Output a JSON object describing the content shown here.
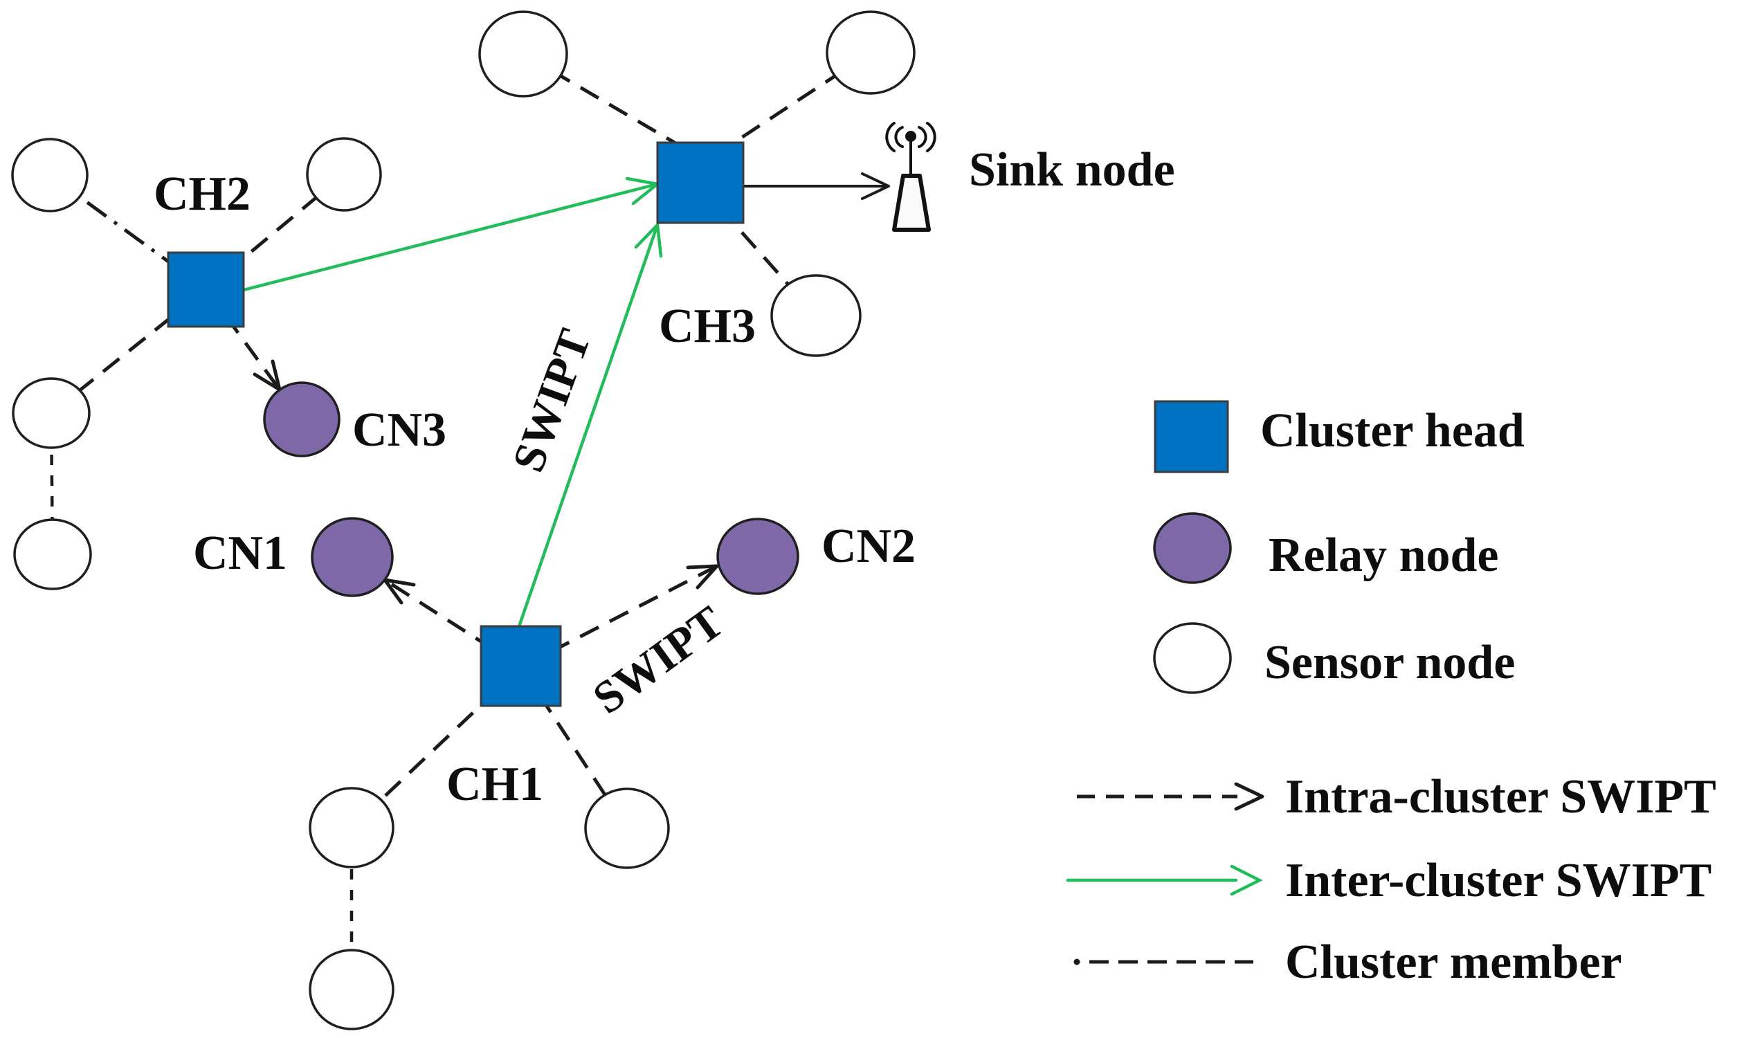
{
  "figure": {
    "type": "wireless-sensor-network-cluster-diagram",
    "background": "#FFFFFF"
  },
  "labels": {
    "ch1": "CH1",
    "ch2": "CH2",
    "ch3": "CH3",
    "cn1": "CN1",
    "cn2": "CN2",
    "cn3": "CN3",
    "sink_node": "Sink node"
  },
  "edge_labels": {
    "swipt_inter": "SWIPT",
    "swipt_intra": "SWIPT"
  },
  "legend": {
    "cluster_head": "Cluster head",
    "relay_node": "Relay node",
    "sensor_node": "Sensor node",
    "intra_cluster": "Intra-cluster SWIPT",
    "inter_cluster": "Inter-cluster SWIPT",
    "cluster_member": "Cluster member"
  },
  "colors": {
    "cluster_head": "#0070C0",
    "relay_node": "#7E68A8",
    "sensor_node": "#FFFFFF",
    "inter_cluster_green": "#22BD5B",
    "line_black": "#1B1B1B"
  },
  "network": {
    "sink": "Sink node",
    "cluster_heads": [
      "CH1",
      "CH2",
      "CH3"
    ],
    "relay_nodes": [
      "CN1",
      "CN2",
      "CN3"
    ],
    "sensor_node_count": 10,
    "edges": [
      {
        "from": "CH3",
        "to": "Sink node",
        "type": "solid-arrow"
      },
      {
        "from": "CH2",
        "to": "CH3",
        "type": "inter-cluster SWIPT"
      },
      {
        "from": "CH1",
        "to": "CH3",
        "type": "inter-cluster SWIPT",
        "label": "SWIPT"
      },
      {
        "from": "CH1",
        "to": "CN1",
        "type": "intra-cluster SWIPT"
      },
      {
        "from": "CH1",
        "to": "CN2",
        "type": "intra-cluster SWIPT",
        "label": "SWIPT"
      },
      {
        "from": "CH2",
        "to": "CN3",
        "type": "intra-cluster SWIPT"
      },
      {
        "from": "sensor",
        "to": "CH1",
        "type": "cluster link",
        "count": 2
      },
      {
        "from": "sensor",
        "to": "CH2",
        "type": "cluster link",
        "count": 3
      },
      {
        "from": "sensor",
        "to": "CH3",
        "type": "cluster link",
        "count": 3
      },
      {
        "from": "sensor",
        "to": "sensor",
        "type": "cluster member chain",
        "count": 2
      }
    ]
  }
}
